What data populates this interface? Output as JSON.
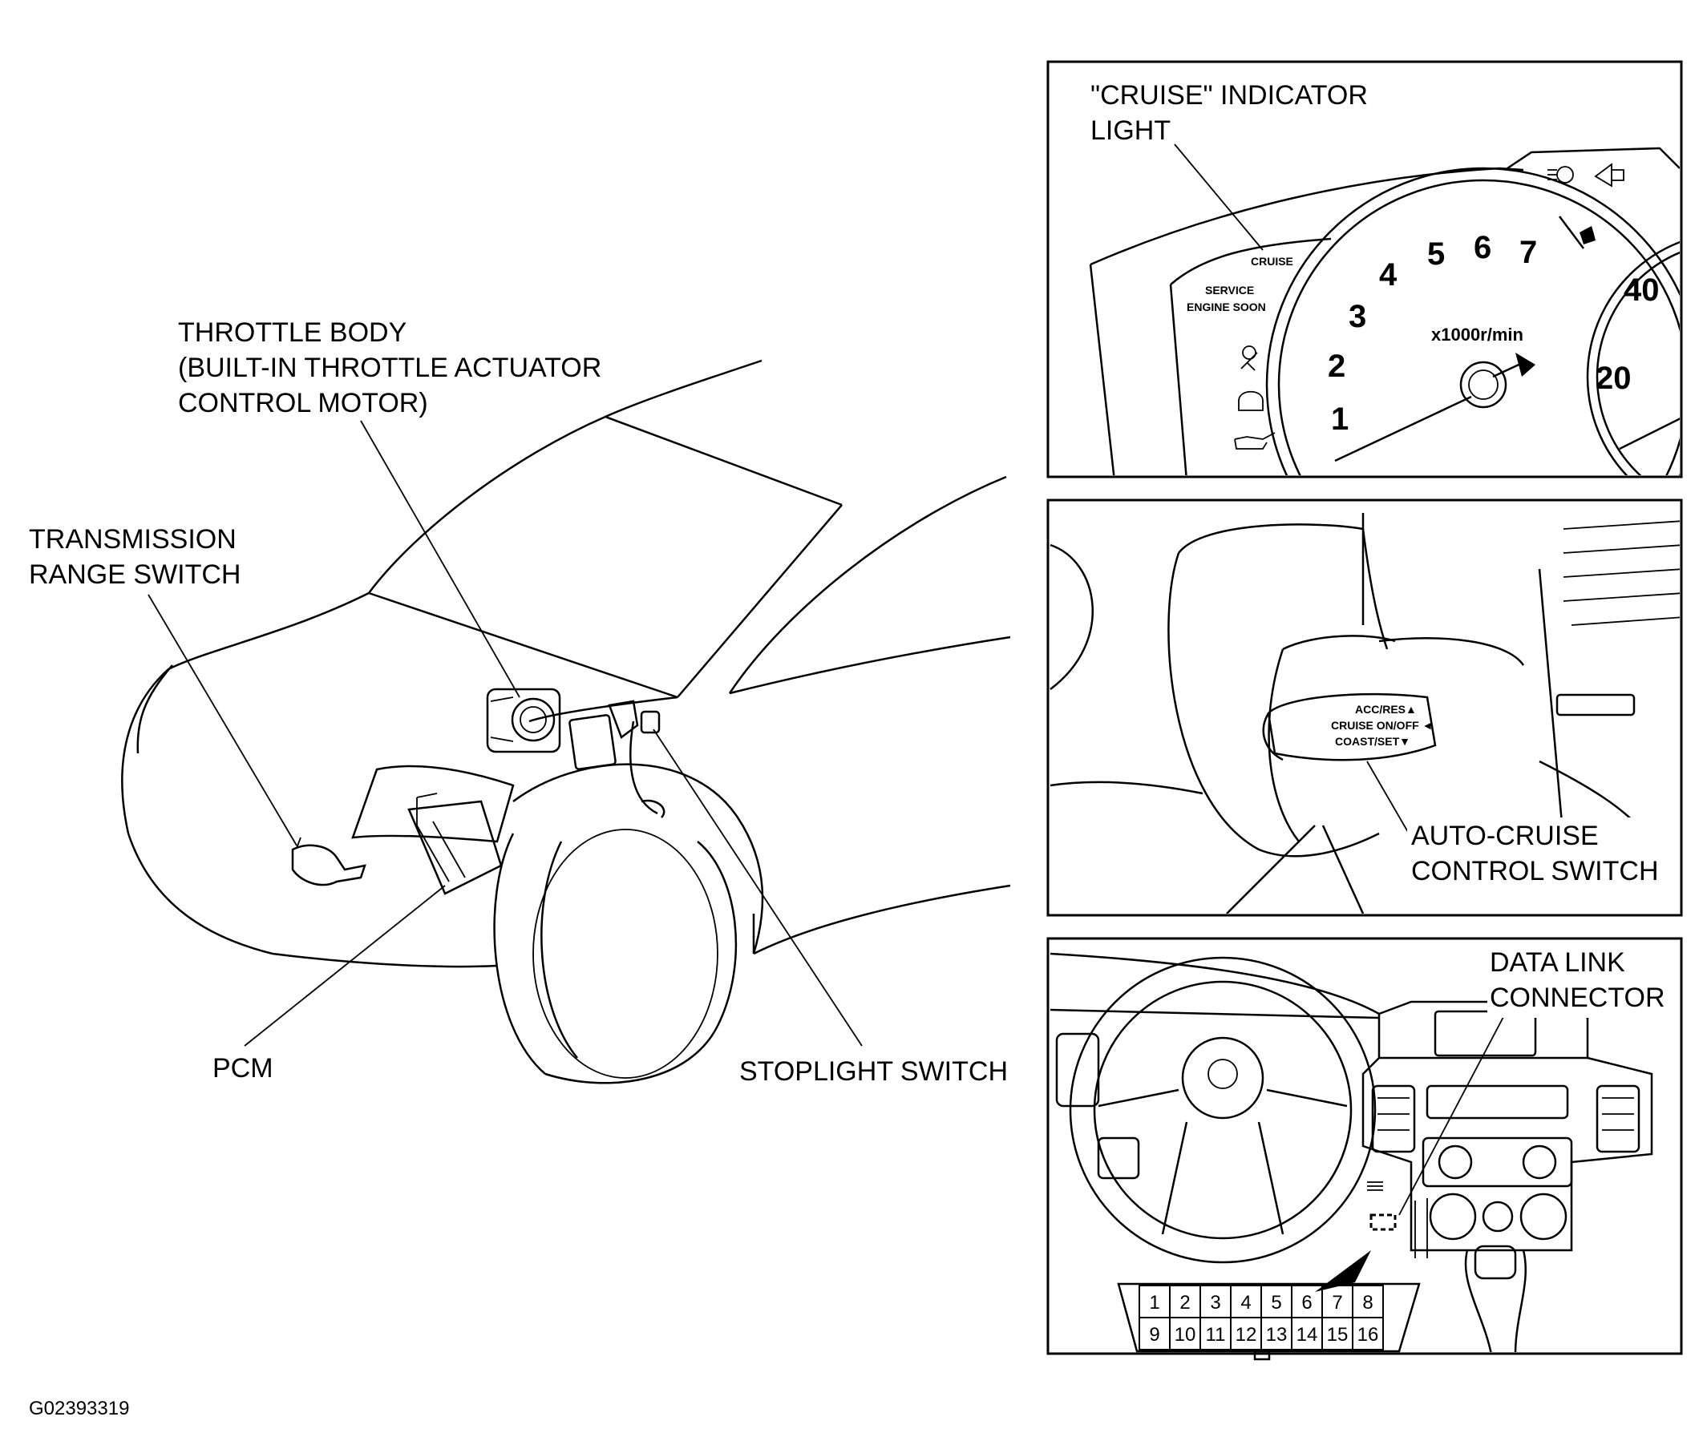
{
  "labels": {
    "throttle_body": [
      "THROTTLE BODY",
      "(BUILT-IN THROTTLE ACTUATOR",
      "CONTROL MOTOR)"
    ],
    "transmission_range_switch": [
      "TRANSMISSION",
      "RANGE SWITCH"
    ],
    "pcm": "PCM",
    "stoplight_switch": "STOPLIGHT SWITCH",
    "cruise_indicator_light": [
      "\"CRUISE\" INDICATOR",
      "LIGHT"
    ],
    "auto_cruise_control_switch": [
      "AUTO-CRUISE",
      "CONTROL SWITCH"
    ],
    "data_link_connector": [
      "DATA LINK",
      "CONNECTOR"
    ]
  },
  "cluster": {
    "warning_lights": [
      "CRUISE",
      "SERVICE",
      "ENGINE SOON"
    ],
    "tach_unit": "x1000r/min",
    "tach_numbers": [
      "1",
      "2",
      "3",
      "4",
      "5",
      "6",
      "7"
    ],
    "speedo_numbers": [
      "20",
      "40"
    ]
  },
  "switch_text": [
    "ACC/RES▲",
    "CRUISE ON/OFF ◄",
    "COAST/SET▼"
  ],
  "dlc_pins_top": [
    "1",
    "2",
    "3",
    "4",
    "5",
    "6",
    "7",
    "8"
  ],
  "dlc_pins_bottom": [
    "9",
    "10",
    "11",
    "12",
    "13",
    "14",
    "15",
    "16"
  ],
  "figure_id": "G02393319"
}
